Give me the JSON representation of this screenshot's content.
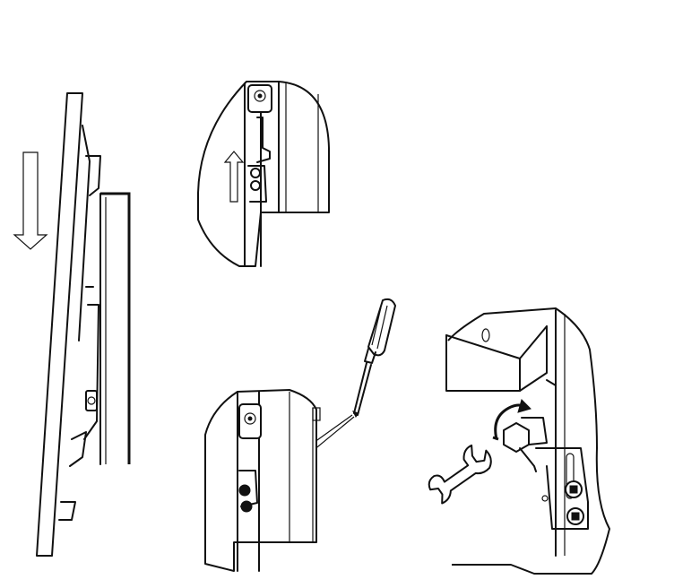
{
  "figure": {
    "panels": [
      {
        "id": "tv-side-view",
        "icons": [
          "down-arrow-icon"
        ]
      },
      {
        "id": "hook-detail-raise",
        "icons": [
          "up-arrow-icon"
        ]
      },
      {
        "id": "screw-lock-detail",
        "icons": [
          "screwdriver-icon"
        ]
      },
      {
        "id": "bolt-tighten-detail",
        "icons": [
          "wrench-icon",
          "rotation-arrow-icon"
        ]
      }
    ],
    "colors": {
      "line": "#111111",
      "background": "#ffffff"
    }
  }
}
